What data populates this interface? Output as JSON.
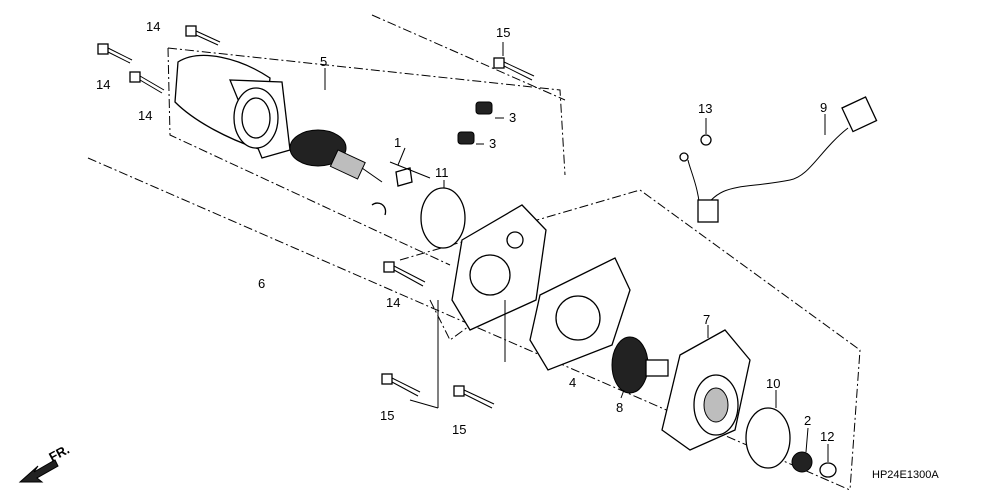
{
  "diagram": {
    "code": "HP24E1300A",
    "front_mark": "FR.",
    "callouts": {
      "c1": "1",
      "c2": "2",
      "c3a": "3",
      "c3b": "3",
      "c4": "4",
      "c5": "5",
      "c6": "6",
      "c7": "7",
      "c8": "8",
      "c9": "9",
      "c11": "11",
      "c12": "12",
      "c13": "13",
      "c14a": "14",
      "c14b": "14",
      "c14c": "14",
      "c14d": "14",
      "c15a": "15",
      "c15b": "15",
      "c15c": "15",
      "c10": "10"
    }
  }
}
